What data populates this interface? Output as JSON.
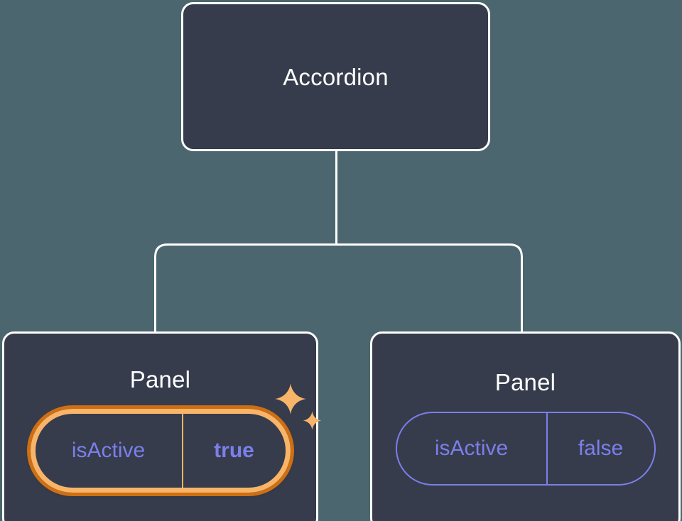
{
  "theme": {
    "background": "#4c6670",
    "node_fill": "#363c4c",
    "node_border": "#ffffff",
    "connector": "#ffffff",
    "prop_text": "#7b7fea",
    "prop_border": "#7b7fea",
    "highlight_inner": "#f8b468",
    "highlight_outer": "#ce6f14",
    "sparkle": "#f8b468"
  },
  "tree": {
    "root": {
      "title": "Accordion"
    },
    "children": [
      {
        "title": "Panel",
        "highlighted": true,
        "prop": {
          "key": "isActive",
          "value": "true"
        },
        "sparkles": [
          "sparkle-large-icon",
          "sparkle-small-icon"
        ]
      },
      {
        "title": "Panel",
        "highlighted": false,
        "prop": {
          "key": "isActive",
          "value": "false"
        }
      }
    ]
  }
}
